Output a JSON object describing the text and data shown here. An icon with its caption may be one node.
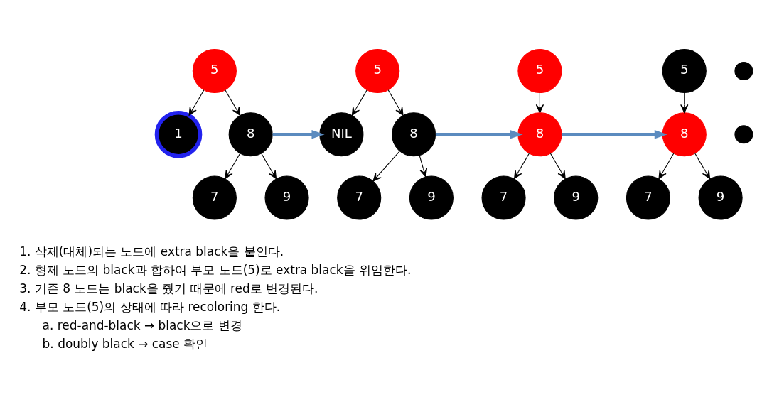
{
  "diagram": {
    "nodes": [
      {
        "text": [
          "5"
        ]
      },
      {
        "text": [
          "1"
        ]
      },
      {
        "text": [
          "8"
        ]
      },
      {
        "text": [
          "7"
        ]
      },
      {
        "text": [
          "9"
        ]
      },
      {
        "text": [],
        "shape": "circle"
      },
      {
        "text": [
          "5"
        ]
      },
      {
        "text": [
          "NIL"
        ]
      },
      {
        "text": [
          "8"
        ]
      },
      {
        "text": [
          "7"
        ]
      },
      {
        "text": [
          "9"
        ]
      },
      {
        "text": [],
        "shape": "circle"
      },
      {
        "text": [
          "5"
        ]
      },
      {
        "text": [
          "8"
        ]
      },
      {
        "text": [
          "7"
        ]
      },
      {
        "text": [
          "9"
        ]
      },
      {
        "text": [
          "5"
        ]
      },
      {
        "text": [
          "8"
        ]
      },
      {
        "text": [
          "7"
        ]
      },
      {
        "text": [
          "9"
        ]
      }
    ],
    "edges": [
      {
        "from": 0,
        "to": 1,
        "arrow": "to"
      },
      {
        "from": 0,
        "to": 2,
        "arrow": "to"
      },
      {
        "from": 2,
        "to": 3,
        "arrow": "to"
      },
      {
        "from": 2,
        "to": 4,
        "arrow": "to"
      },
      {
        "from": 2,
        "to": 7,
        "arrow": "to",
        "style": "thick",
        "color": "#5b8bbf"
      },
      {
        "from": 6,
        "to": 7,
        "arrow": "to"
      },
      {
        "from": 6,
        "to": 8,
        "arrow": "to"
      },
      {
        "from": 8,
        "to": 9,
        "arrow": "to"
      },
      {
        "from": 8,
        "to": 10,
        "arrow": "to"
      },
      {
        "from": 8,
        "to": 13,
        "arrow": "to",
        "style": "thick",
        "color": "#5b8bbf"
      },
      {
        "from": 12,
        "to": 13,
        "arrow": "to"
      },
      {
        "from": 13,
        "to": 14,
        "arrow": "to"
      },
      {
        "from": 13,
        "to": 15,
        "arrow": "to"
      },
      {
        "from": 13,
        "to": 17,
        "arrow": "to",
        "style": "thick",
        "color": "#5b8bbf"
      },
      {
        "from": 16,
        "to": 17,
        "arrow": "to"
      },
      {
        "from": 17,
        "to": 18,
        "arrow": "to"
      },
      {
        "from": 17,
        "to": 19,
        "arrow": "to"
      }
    ],
    "labels": [
      "1. 삭제(대체)되는 노드에 extra black을 붙인다.",
      "2. 형제 노드의 black과 합하여 부모 노드(5)로 extra black을 위임한다.",
      "3. 기존 8 노드는 black을 줬기 때문에 red로 변경된다.",
      "4. 부모 노드(5)의 상태에 따라 recoloring 한다.",
      "a. red-and-black → black으로 변경",
      "b. doubly black → case 확인"
    ]
  }
}
